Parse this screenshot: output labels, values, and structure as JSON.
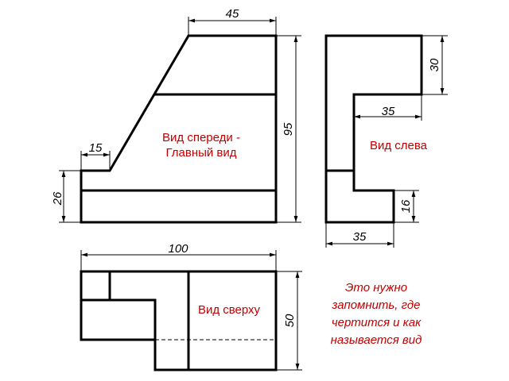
{
  "labels": {
    "front_view_line1": "Вид спереди -",
    "front_view_line2": "Главный вид",
    "left_view": "Вид слева",
    "top_view": "Вид сверху"
  },
  "note": {
    "line1": "Это нужно",
    "line2": "запомнить, где",
    "line3": "чертится и как",
    "line4": "называется вид"
  },
  "dimensions": {
    "front_top_width": "45",
    "front_height": "95",
    "front_step_width": "15",
    "front_base_height": "26",
    "left_top_height": "30",
    "left_inner_width": "35",
    "left_bottom_height": "16",
    "left_bottom_width": "35",
    "top_total_width": "100",
    "top_depth": "50"
  },
  "colors": {
    "outline": "#000000",
    "label": "#c00000"
  }
}
